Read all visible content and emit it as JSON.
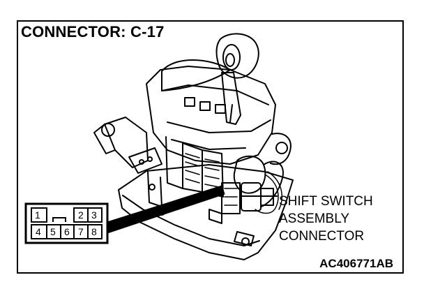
{
  "diagram": {
    "title": "CONNECTOR: C-17",
    "callout": {
      "line1": "SHIFT SWITCH",
      "line2": "ASSEMBLY",
      "line3": "CONNECTOR"
    },
    "reference_code": "AC406771AB",
    "connector_pins": {
      "top_row": [
        "1",
        "2",
        "3"
      ],
      "bottom_row": [
        "4",
        "5",
        "6",
        "7",
        "8"
      ]
    },
    "colors": {
      "line": "#000000",
      "background": "#ffffff"
    }
  }
}
